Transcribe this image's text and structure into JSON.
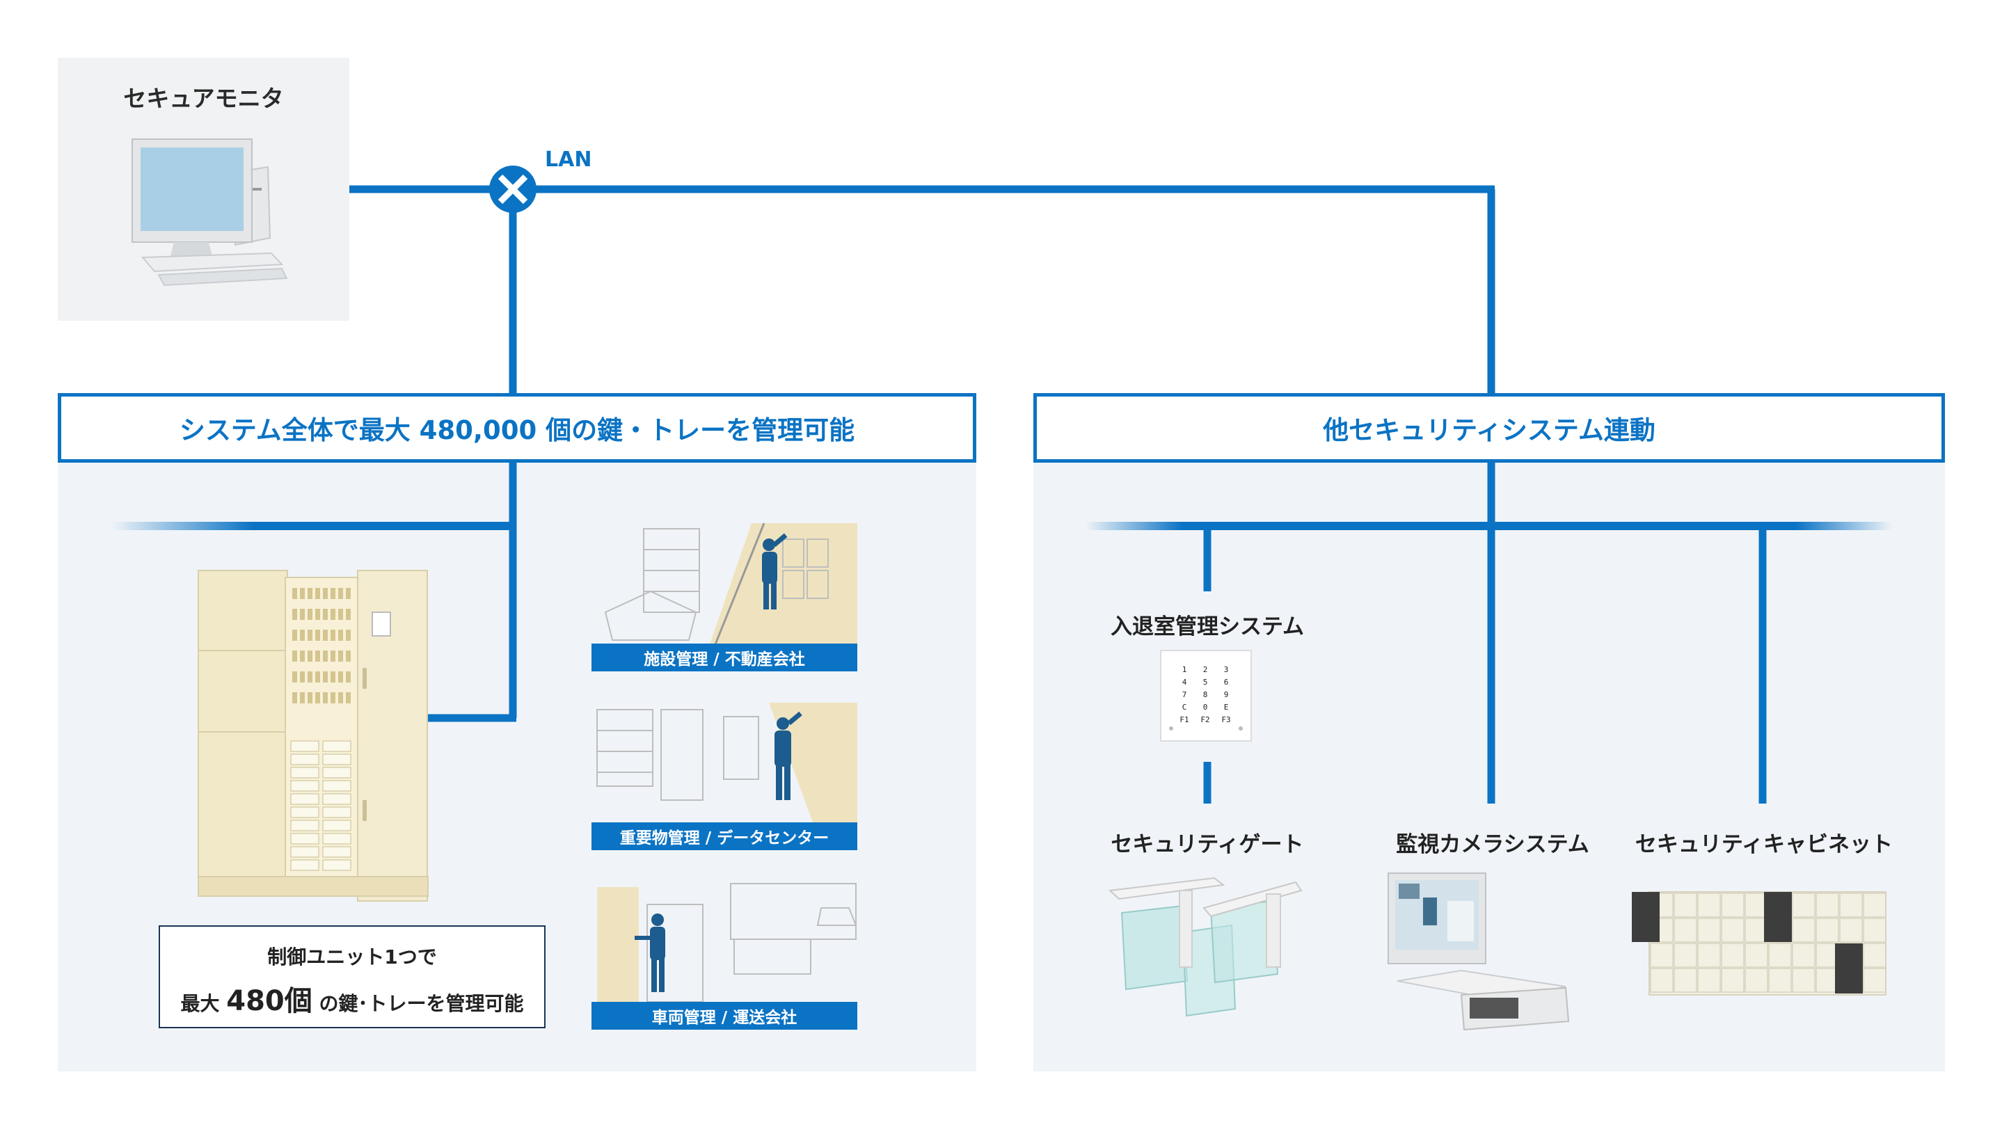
{
  "monitor": {
    "title": "セキュアモニタ"
  },
  "network": {
    "lan_label": "LAN"
  },
  "left_panel": {
    "heading": "システム全体で最大 480,000 個の鍵・トレーを管理可能",
    "control_unit": {
      "line1": "制御ユニット1つで",
      "line2_prefix": "最大",
      "line2_number": "480個",
      "line2_suffix": "の鍵･トレーを管理可能"
    },
    "use_cases": [
      {
        "label": "施設管理 / 不動産会社"
      },
      {
        "label": "重要物管理 / データセンター"
      },
      {
        "label": "車両管理 / 運送会社"
      }
    ]
  },
  "right_panel": {
    "heading": "他セキュリティシステム連動",
    "access_control": {
      "label": "入退室管理システム",
      "keypad": [
        "1",
        "2",
        "3",
        "4",
        "5",
        "6",
        "7",
        "8",
        "9",
        "C",
        "0",
        "E",
        "F1",
        "F2",
        "F3"
      ]
    },
    "systems": [
      {
        "label": "セキュリティゲート"
      },
      {
        "label": "監視カメラシステム"
      },
      {
        "label": "セキュリティキャビネット"
      }
    ]
  },
  "colors": {
    "accent": "#0b73c4",
    "panel_bg": "#f0f4f8",
    "cabinet": "#f4ecd0"
  }
}
